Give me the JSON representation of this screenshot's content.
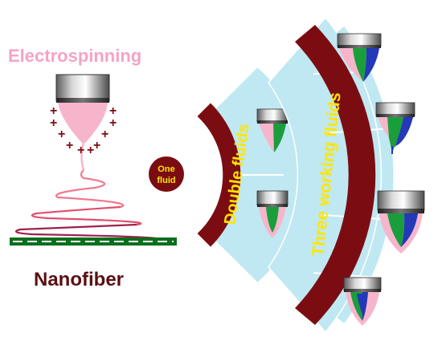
{
  "labels": {
    "electrospinning": "Electrospinning",
    "nanofiber": "Nanofiber",
    "one_fluid_line1": "One",
    "one_fluid_line2": "fluid",
    "double_fluids": "Double fluids",
    "three_fluids": "Three working fluids"
  },
  "charges": [
    "+",
    "+",
    "+",
    "+",
    "+",
    "+",
    "+",
    "+",
    "+",
    "+"
  ],
  "colors": {
    "title_pink": "#f6a2c6",
    "dark_red": "#7b0d12",
    "label_yellow": "#ffe600",
    "light_blue": "#bfe8f2",
    "pink_fluid": "#f7b5cc",
    "green_fluid": "#1a9e3c",
    "blue_fluid": "#2438b8",
    "collector_green": "#0b6e1e",
    "fiber_pink": "#f07a8f"
  },
  "icons": [
    "single-nozzle-icon",
    "double-fluid-nozzle-icon",
    "three-fluid-nozzle-icon",
    "plus-charge-icon"
  ]
}
